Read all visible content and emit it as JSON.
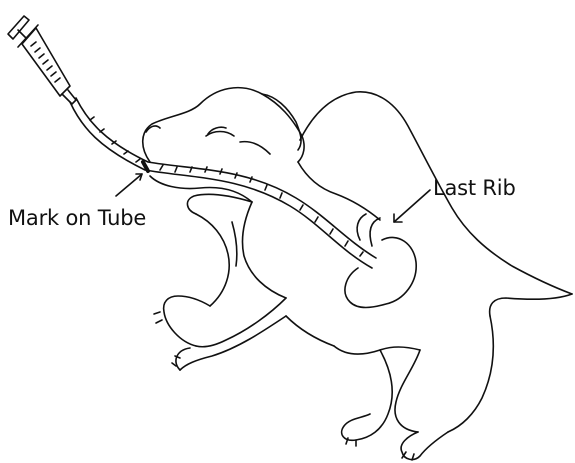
{
  "labels": {
    "mark_on_tube": "Mark on Tube",
    "last_rib": "Last Rib"
  },
  "colors": {
    "ink": "#111111",
    "background": "#ffffff"
  },
  "icons": {
    "syringe": "syringe-icon",
    "animal": "puppy-outline",
    "tube": "feeding-tube"
  }
}
